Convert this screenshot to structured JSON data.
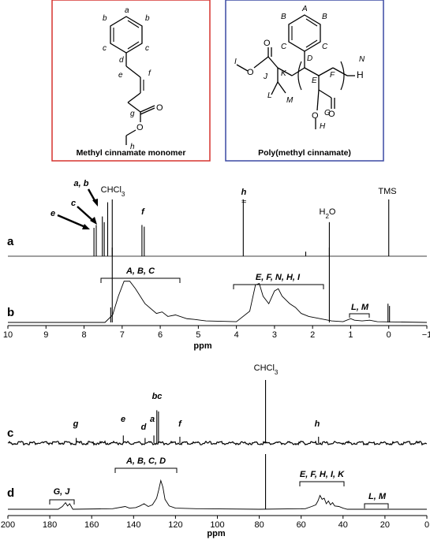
{
  "structures": {
    "monomer": {
      "caption": "Methyl cinnamate monomer",
      "border_color": "#d6322e",
      "atom_labels": [
        "a",
        "b",
        "b",
        "c",
        "c",
        "d",
        "e",
        "f",
        "g",
        "h"
      ],
      "oxygen": "O"
    },
    "polymer": {
      "caption": "Poly(methyl cinnamate)",
      "border_color": "#3a49a3",
      "atom_labels": [
        "A",
        "B",
        "B",
        "C",
        "C",
        "D",
        "E",
        "F",
        "G",
        "H",
        "I",
        "J",
        "K",
        "L",
        "M",
        "N"
      ],
      "hydrogen": "H",
      "oxygen": "O"
    }
  },
  "chart_data": [
    {
      "type": "line",
      "id": "h1-nmr",
      "xlabel": "ppm",
      "xlim": [
        10,
        -1
      ],
      "x_reversed": true,
      "xticks": [
        10,
        9,
        8,
        7,
        6,
        5,
        4,
        3,
        2,
        1,
        0,
        -1
      ],
      "panel_labels": [
        "a",
        "b"
      ],
      "series": [
        {
          "panel": "a",
          "peaks": [
            {
              "x": 7.74,
              "y": 0.5
            },
            {
              "x": 7.68,
              "y": 0.55
            },
            {
              "x": 7.52,
              "y": 0.7
            },
            {
              "x": 7.47,
              "y": 0.6
            },
            {
              "x": 7.38,
              "y": 0.95
            },
            {
              "x": 7.26,
              "y": 1.0
            },
            {
              "x": 6.48,
              "y": 0.55
            },
            {
              "x": 6.42,
              "y": 0.52
            },
            {
              "x": 3.82,
              "y": 1.0
            },
            {
              "x": 2.18,
              "y": 0.08
            },
            {
              "x": 1.56,
              "y": 0.6
            },
            {
              "x": 0.0,
              "y": 1.0
            }
          ]
        },
        {
          "panel": "b",
          "curve": [
            [
              10,
              0
            ],
            [
              7.45,
              0
            ],
            [
              7.25,
              0.1
            ],
            [
              7.1,
              0.35
            ],
            [
              6.95,
              0.55
            ],
            [
              6.8,
              0.55
            ],
            [
              6.65,
              0.45
            ],
            [
              6.4,
              0.25
            ],
            [
              6.1,
              0.12
            ],
            [
              5.95,
              0.14
            ],
            [
              5.8,
              0.08
            ],
            [
              5.6,
              0.1
            ],
            [
              5.3,
              0.05
            ],
            [
              5.1,
              0.04
            ],
            [
              4.8,
              0.02
            ],
            [
              4.0,
              0.01
            ],
            [
              3.65,
              0.15
            ],
            [
              3.5,
              0.5
            ],
            [
              3.4,
              0.52
            ],
            [
              3.3,
              0.35
            ],
            [
              3.15,
              0.25
            ],
            [
              3.0,
              0.42
            ],
            [
              2.9,
              0.45
            ],
            [
              2.8,
              0.35
            ],
            [
              2.6,
              0.25
            ],
            [
              2.45,
              0.2
            ],
            [
              2.3,
              0.12
            ],
            [
              2.1,
              0.08
            ],
            [
              1.9,
              0.06
            ],
            [
              1.7,
              0.04
            ],
            [
              1.5,
              0.02
            ],
            [
              1.2,
              0.01
            ],
            [
              1.0,
              0.05
            ],
            [
              0.9,
              0.03
            ],
            [
              0.7,
              0.02
            ],
            [
              0.5,
              0.03
            ],
            [
              0.3,
              0.01
            ],
            [
              -1,
              0
            ]
          ],
          "peaks": [
            {
              "x": 7.26,
              "y": 1.0
            },
            {
              "x": 7.3,
              "y": 0.2
            },
            {
              "x": 1.56,
              "y": 1.0
            },
            {
              "x": 0.02,
              "y": 0.25
            },
            {
              "x": -0.02,
              "y": 0.22
            }
          ]
        }
      ],
      "annotations": [
        {
          "text": "a, b",
          "style": "italic-bold"
        },
        {
          "text": "c",
          "style": "italic-bold"
        },
        {
          "text": "e",
          "style": "italic-bold"
        },
        {
          "text": "f",
          "style": "italic-bold"
        },
        {
          "text": "h",
          "style": "italic-bold"
        },
        {
          "text": "CHCl3"
        },
        {
          "text": "H2O"
        },
        {
          "text": "TMS"
        },
        {
          "text": "A, B, C",
          "style": "italic-bold"
        },
        {
          "text": "E, F, N, H, I",
          "style": "italic-bold"
        },
        {
          "text": "L, M",
          "style": "italic-bold"
        }
      ]
    },
    {
      "type": "line",
      "id": "c13-nmr",
      "xlabel": "ppm",
      "xlim": [
        200,
        0
      ],
      "x_reversed": true,
      "xticks": [
        200,
        180,
        160,
        140,
        120,
        100,
        80,
        60,
        40,
        20,
        0
      ],
      "panel_labels": [
        "c",
        "d"
      ],
      "series": [
        {
          "panel": "c",
          "peaks": [
            {
              "x": 167.4,
              "y": 0.08
            },
            {
              "x": 144.9,
              "y": 0.12
            },
            {
              "x": 134.5,
              "y": 0.08
            },
            {
              "x": 130.3,
              "y": 0.12
            },
            {
              "x": 128.9,
              "y": 0.52
            },
            {
              "x": 128.1,
              "y": 0.5
            },
            {
              "x": 117.9,
              "y": 0.1
            },
            {
              "x": 77.0,
              "y": 1.0
            },
            {
              "x": 51.7,
              "y": 0.1
            }
          ]
        },
        {
          "panel": "d",
          "curve": [
            [
              200,
              0
            ],
            [
              176,
              0
            ],
            [
              174,
              0.05
            ],
            [
              172.5,
              0.12
            ],
            [
              171.5,
              0.06
            ],
            [
              170.5,
              0.1
            ],
            [
              169,
              0
            ],
            [
              150,
              0.01
            ],
            [
              144,
              0.05
            ],
            [
              142,
              0.02
            ],
            [
              139,
              0.03
            ],
            [
              137,
              0.06
            ],
            [
              135,
              0.1
            ],
            [
              133,
              0.05
            ],
            [
              131,
              0.08
            ],
            [
              129,
              0.2
            ],
            [
              128,
              0.35
            ],
            [
              127,
              0.52
            ],
            [
              126,
              0.4
            ],
            [
              125,
              0.18
            ],
            [
              123,
              0.06
            ],
            [
              120,
              0.02
            ],
            [
              110,
              0.01
            ],
            [
              80,
              0
            ],
            [
              58,
              0.01
            ],
            [
              55,
              0.05
            ],
            [
              53,
              0.08
            ],
            [
              52,
              0.15
            ],
            [
              51,
              0.25
            ],
            [
              50,
              0.18
            ],
            [
              49,
              0.2
            ],
            [
              48,
              0.1
            ],
            [
              47,
              0.15
            ],
            [
              46,
              0.08
            ],
            [
              45,
              0.12
            ],
            [
              44,
              0.06
            ],
            [
              42,
              0.05
            ],
            [
              40,
              0.02
            ],
            [
              38,
              0
            ],
            [
              0,
              0
            ]
          ],
          "peaks": [
            {
              "x": 77.0,
              "y": 1.0
            }
          ]
        }
      ],
      "annotations": [
        {
          "text": "g",
          "style": "italic-bold"
        },
        {
          "text": "e",
          "style": "italic-bold"
        },
        {
          "text": "d",
          "style": "italic-bold"
        },
        {
          "text": "a",
          "style": "italic-bold"
        },
        {
          "text": "bc",
          "style": "italic-bold"
        },
        {
          "text": "f",
          "style": "italic-bold"
        },
        {
          "text": "h",
          "style": "italic-bold"
        },
        {
          "text": "CHCl3"
        },
        {
          "text": "G, J",
          "style": "italic-bold"
        },
        {
          "text": "A, B, C, D",
          "style": "italic-bold"
        },
        {
          "text": "E, F, H, I, K",
          "style": "italic-bold"
        },
        {
          "text": "L, M",
          "style": "italic-bold"
        }
      ]
    }
  ]
}
